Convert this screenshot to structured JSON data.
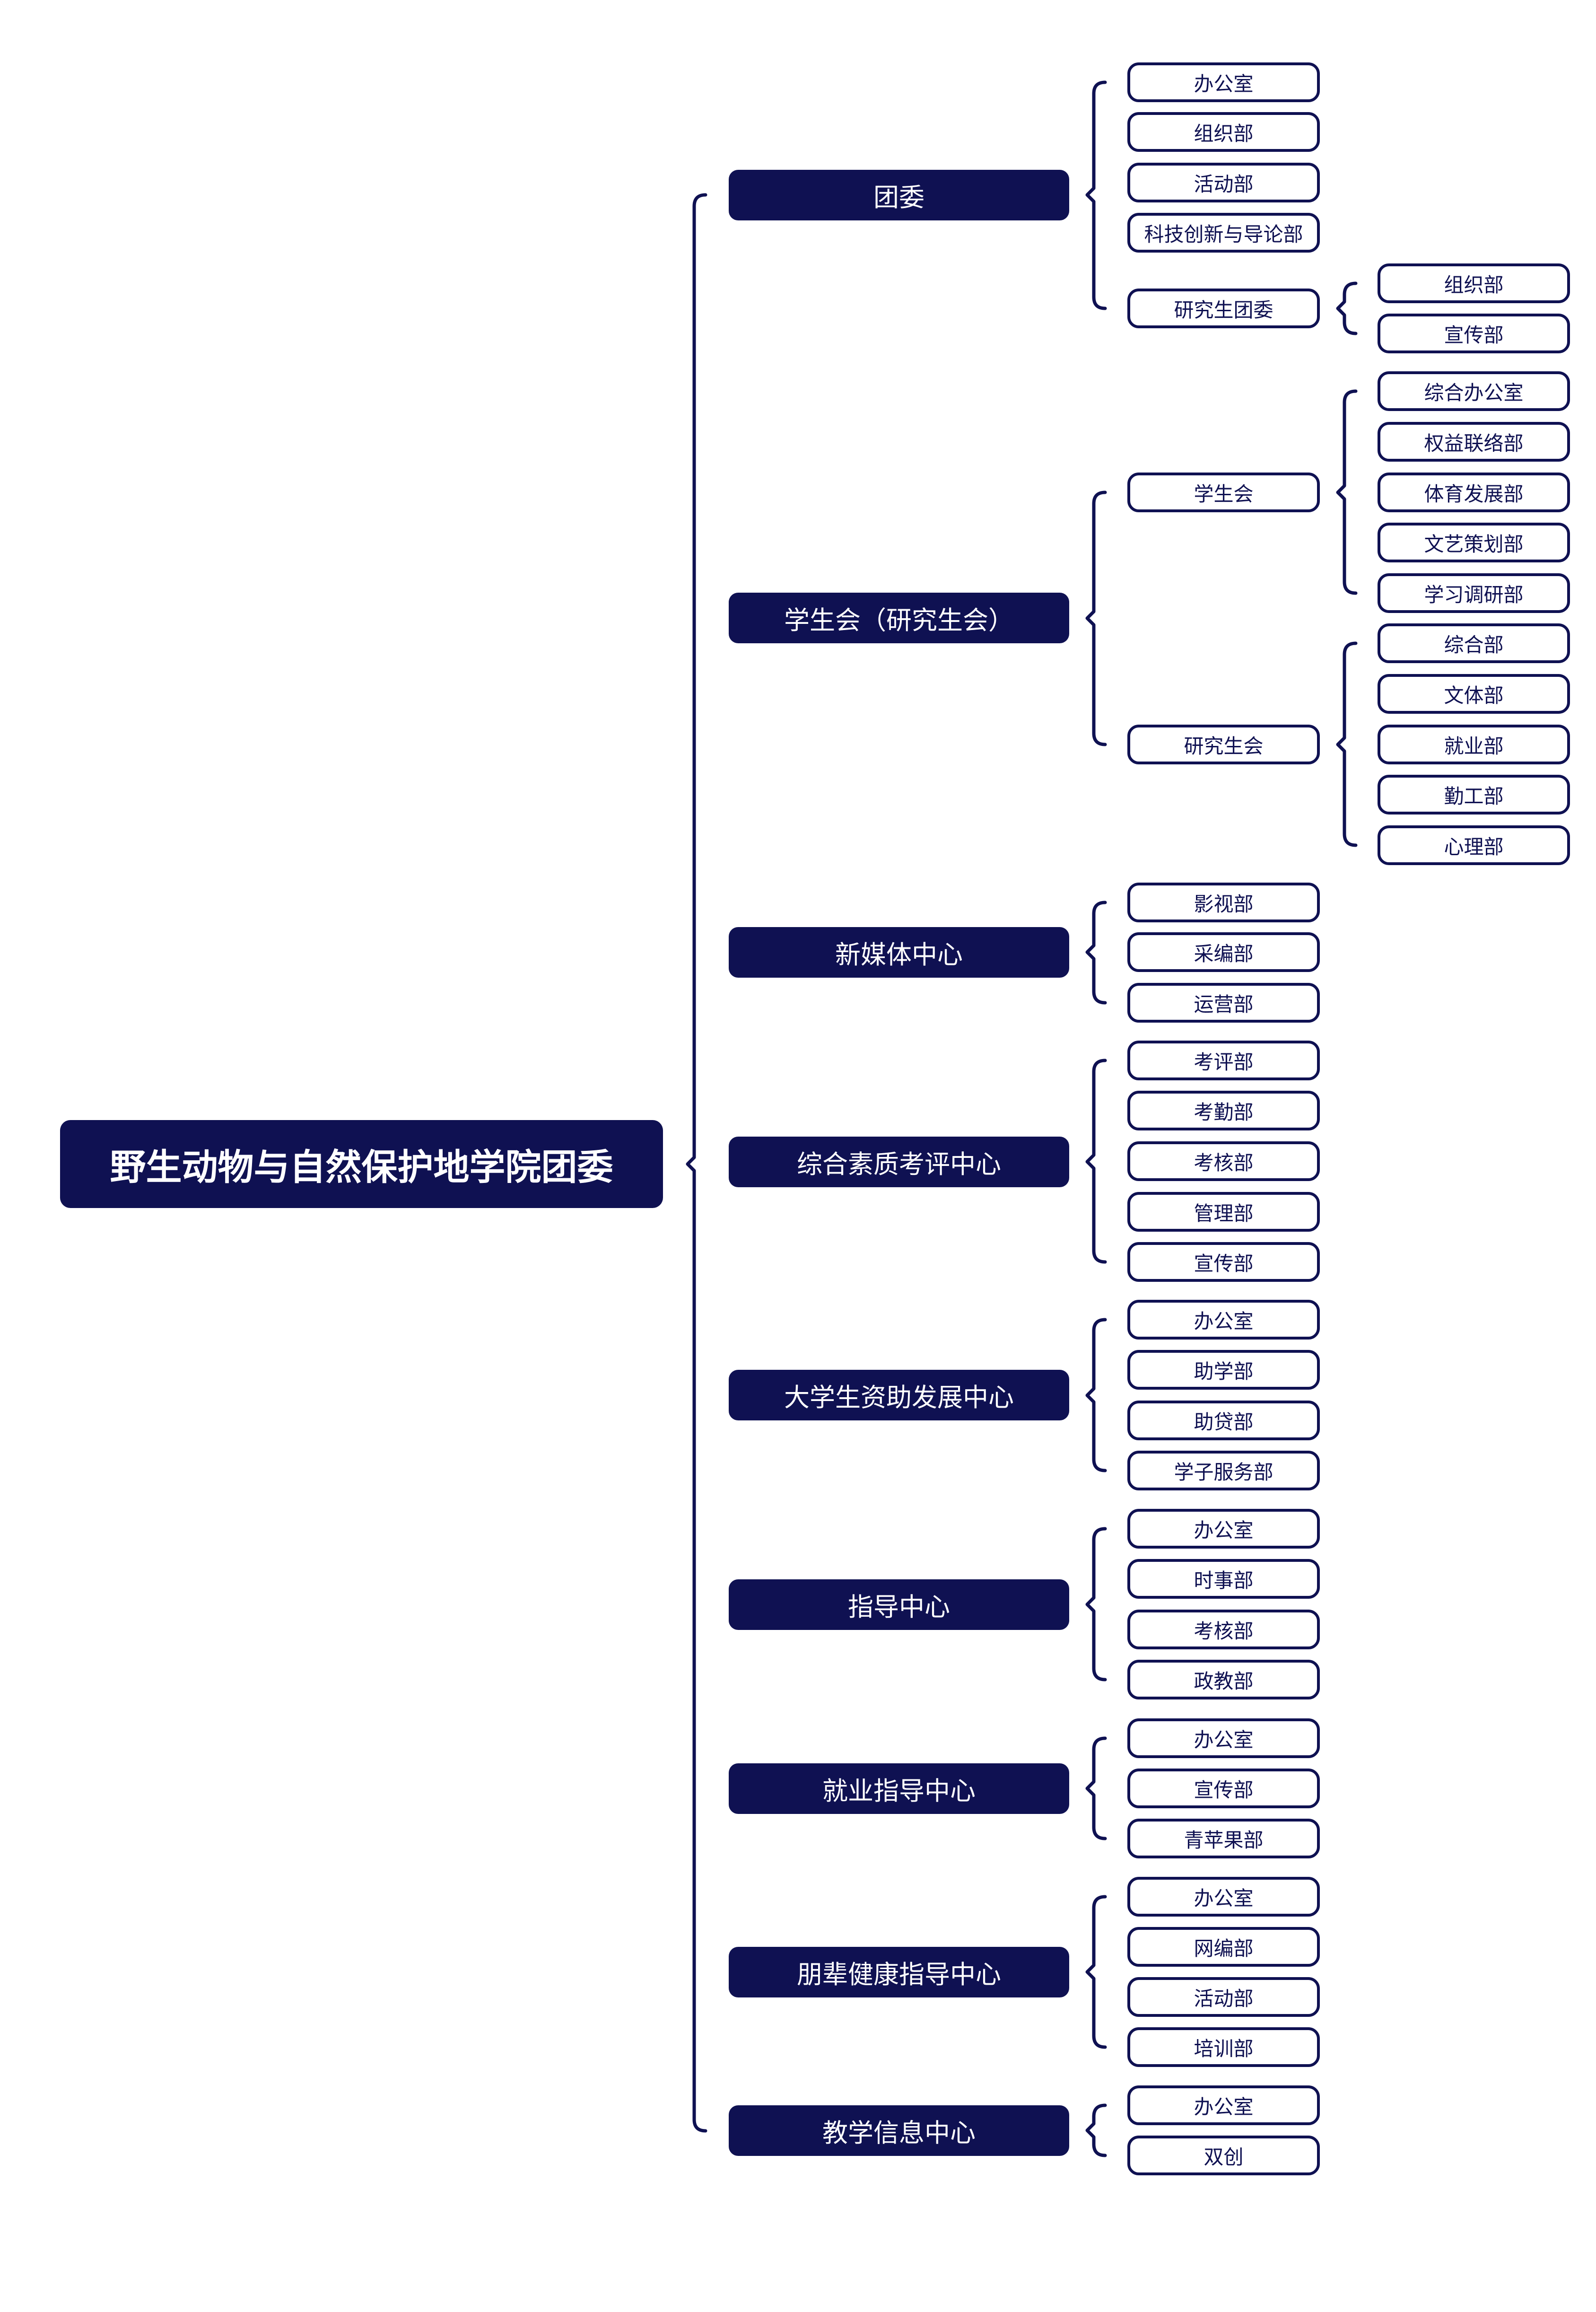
{
  "colors": {
    "primary": "#0f1152",
    "background": "#ffffff",
    "node_text_light": "#ffffff"
  },
  "root": {
    "label": "野生动物与自然保护地学院团委"
  },
  "branches": [
    {
      "label": "团委",
      "children": [
        {
          "label": "办公室"
        },
        {
          "label": "组织部"
        },
        {
          "label": "活动部"
        },
        {
          "label": "科技创新与导论部"
        },
        {
          "label": "研究生团委",
          "children": [
            {
              "label": "组织部"
            },
            {
              "label": "宣传部"
            }
          ]
        }
      ]
    },
    {
      "label": "学生会（研究生会）",
      "children": [
        {
          "label": "学生会",
          "children": [
            {
              "label": "综合办公室"
            },
            {
              "label": "权益联络部"
            },
            {
              "label": "体育发展部"
            },
            {
              "label": "文艺策划部"
            },
            {
              "label": "学习调研部"
            }
          ]
        },
        {
          "label": "研究生会",
          "children": [
            {
              "label": "综合部"
            },
            {
              "label": "文体部"
            },
            {
              "label": "就业部"
            },
            {
              "label": "勤工部"
            },
            {
              "label": "心理部"
            }
          ]
        }
      ]
    },
    {
      "label": "新媒体中心",
      "children": [
        {
          "label": "影视部"
        },
        {
          "label": "采编部"
        },
        {
          "label": "运营部"
        }
      ]
    },
    {
      "label": "综合素质考评中心",
      "children": [
        {
          "label": "考评部"
        },
        {
          "label": "考勤部"
        },
        {
          "label": "考核部"
        },
        {
          "label": "管理部"
        },
        {
          "label": "宣传部"
        }
      ]
    },
    {
      "label": "大学生资助发展中心",
      "children": [
        {
          "label": "办公室"
        },
        {
          "label": "助学部"
        },
        {
          "label": "助贷部"
        },
        {
          "label": "学子服务部"
        }
      ]
    },
    {
      "label": "指导中心",
      "children": [
        {
          "label": "办公室"
        },
        {
          "label": "时事部"
        },
        {
          "label": "考核部"
        },
        {
          "label": "政教部"
        }
      ]
    },
    {
      "label": "就业指导中心",
      "children": [
        {
          "label": "办公室"
        },
        {
          "label": "宣传部"
        },
        {
          "label": "青苹果部"
        }
      ]
    },
    {
      "label": "朋辈健康指导中心",
      "children": [
        {
          "label": "办公室"
        },
        {
          "label": "网编部"
        },
        {
          "label": "活动部"
        },
        {
          "label": "培训部"
        }
      ]
    },
    {
      "label": "教学信息中心",
      "children": [
        {
          "label": "办公室"
        },
        {
          "label": "双创"
        }
      ]
    }
  ]
}
